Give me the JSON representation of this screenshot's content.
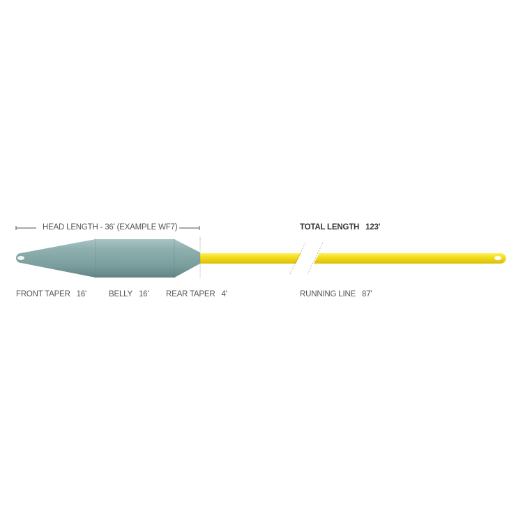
{
  "head_length": "HEAD LENGTH - 36' (EXAMPLE WF7)",
  "total_length": {
    "label": "TOTAL LENGTH",
    "value": "123'"
  },
  "sections": [
    {
      "label": "FRONT TAPER",
      "value": "16'"
    },
    {
      "label": "BELLY",
      "value": "16'"
    },
    {
      "label": "REAR TAPER",
      "value": "4'"
    },
    {
      "label": "RUNNING LINE",
      "value": "87'"
    }
  ],
  "colors": {
    "head": "#7fa3a3",
    "running_line": "#f2dc1c",
    "text": "#555555"
  }
}
